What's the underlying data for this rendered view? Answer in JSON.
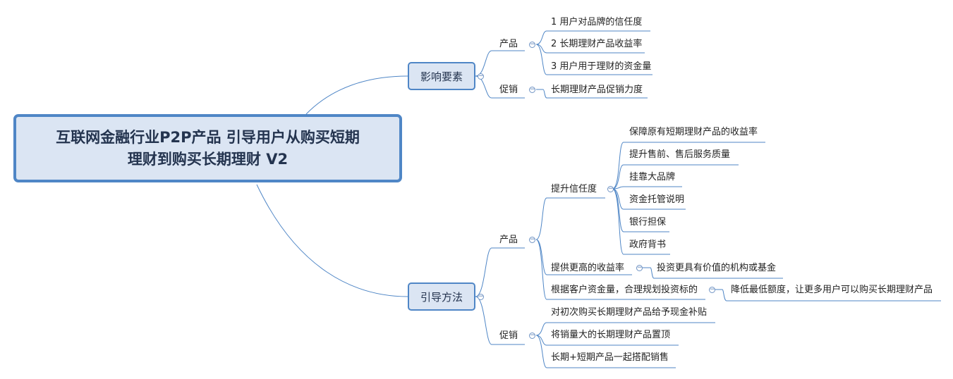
{
  "central": {
    "title_line1": "互联网金融行业P2P产品 引导用户从购买短期",
    "title_line2": "理财到购买长期理财 V2"
  },
  "collapse_glyph": "−",
  "influence": {
    "title": "影响要素",
    "product": {
      "label": "产品",
      "items": [
        "1 用户对品牌的信任度",
        "2 长期理财产品收益率",
        "3 用户用于理财的资金量"
      ]
    },
    "promotion": {
      "label": "促销",
      "items": [
        "长期理财产品促销力度"
      ]
    }
  },
  "guidance": {
    "title": "引导方法",
    "product": {
      "label": "产品",
      "trust": {
        "label": "提升信任度",
        "items": [
          "保障原有短期理财产品的收益率",
          "提升售前、售后服务质量",
          "挂靠大品牌",
          "资金托管说明",
          "银行担保",
          "政府背书"
        ]
      },
      "higher_return": {
        "label": "提供更高的收益率",
        "child": "投资更具有价值的机构或基金"
      },
      "plan": {
        "label": "根据客户资金量，合理规划投资标的",
        "child": "降低最低额度，让更多用户可以购买长期理财产品"
      }
    },
    "promotion": {
      "label": "促销",
      "items": [
        "对初次购买长期理财产品给予现金补贴",
        "将销量大的长期理财产品置顶",
        "长期+短期产品一起搭配销售"
      ]
    }
  }
}
